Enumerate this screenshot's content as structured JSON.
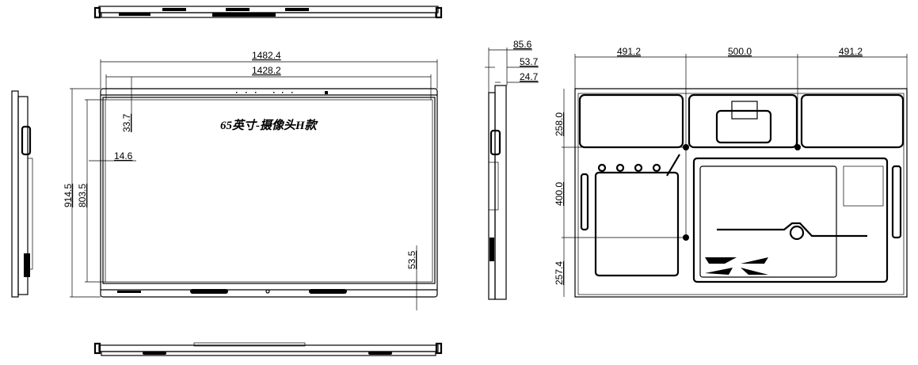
{
  "drawing": {
    "title": "65英寸-摄像头H款",
    "front_view": {
      "overall_width": "1482.4",
      "screen_width": "1428.2",
      "overall_height": "914.5",
      "screen_height": "803.5",
      "top_bezel": "33.7",
      "side_bezel": "14.6",
      "bottom_bezel": "53.5"
    },
    "side_view": {
      "total_depth": "85.6",
      "depth_mid": "53.7",
      "depth_thin": "24.7"
    },
    "back_view": {
      "left_spacing": "491.2",
      "vesa_width": "500.0",
      "right_spacing": "491.2",
      "top_offset": "258.0",
      "vesa_height": "400.0",
      "bottom_offset": "257.4"
    }
  }
}
